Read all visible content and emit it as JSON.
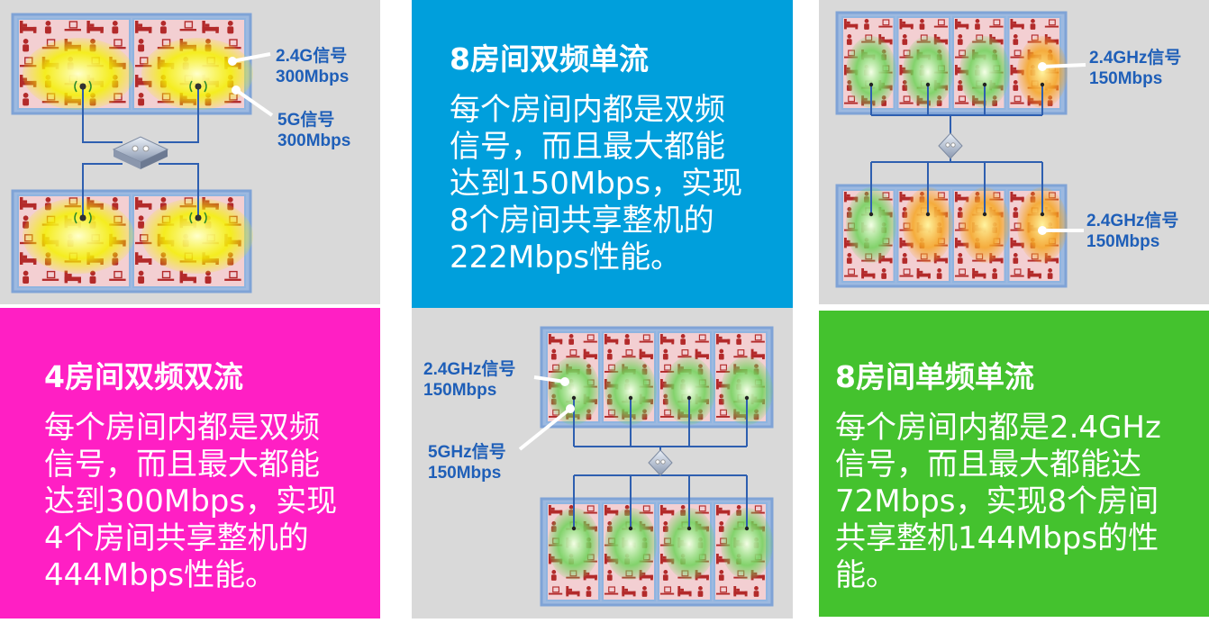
{
  "colors": {
    "blue_panel": "#009fdc",
    "magenta_panel": "#ff1fc4",
    "green_panel": "#44c22e",
    "gray_panel": "#d9d9d9",
    "room_border": "#8fb4e0",
    "room_fill": "#f3cfd2",
    "furniture": "#b32a2a",
    "label_blue": "#1f5fb8"
  },
  "icons": [
    "bed-icon",
    "person-icon",
    "desk-icon",
    "router-icon",
    "antenna-icon"
  ],
  "panel_a": {
    "label_1": [
      "2.4G信号",
      "300Mbps"
    ],
    "label_2": [
      "5G信号",
      "300Mbps"
    ]
  },
  "panel_b": {
    "title": "8房间双频单流",
    "body": [
      "每个房间内都是双频",
      "信号，而且最大都能",
      "达到150Mbps，实现",
      "8个房间共享整机的",
      "222Mbps性能。"
    ]
  },
  "panel_c": {
    "label_1": [
      "2.4GHz信号",
      "150Mbps"
    ],
    "label_2": [
      "2.4GHz信号",
      "150Mbps"
    ]
  },
  "panel_d": {
    "title": "4房间双频双流",
    "body": [
      "每个房间内都是双频",
      "信号，而且最大都能",
      "达到300Mbps，实现",
      "4个房间共享整机的",
      "444Mbps性能。"
    ]
  },
  "panel_e": {
    "label_1": [
      "2.4GHz信号",
      "150Mbps"
    ],
    "label_2": [
      "5GHz信号",
      "150Mbps"
    ]
  },
  "panel_f": {
    "title": "8房间单频单流",
    "body": [
      "每个房间内都是2.4GHz",
      "信号，而且最大都能达",
      "72Mbps，实现8个房间",
      "共享整机144Mbps的性",
      "能。"
    ]
  }
}
